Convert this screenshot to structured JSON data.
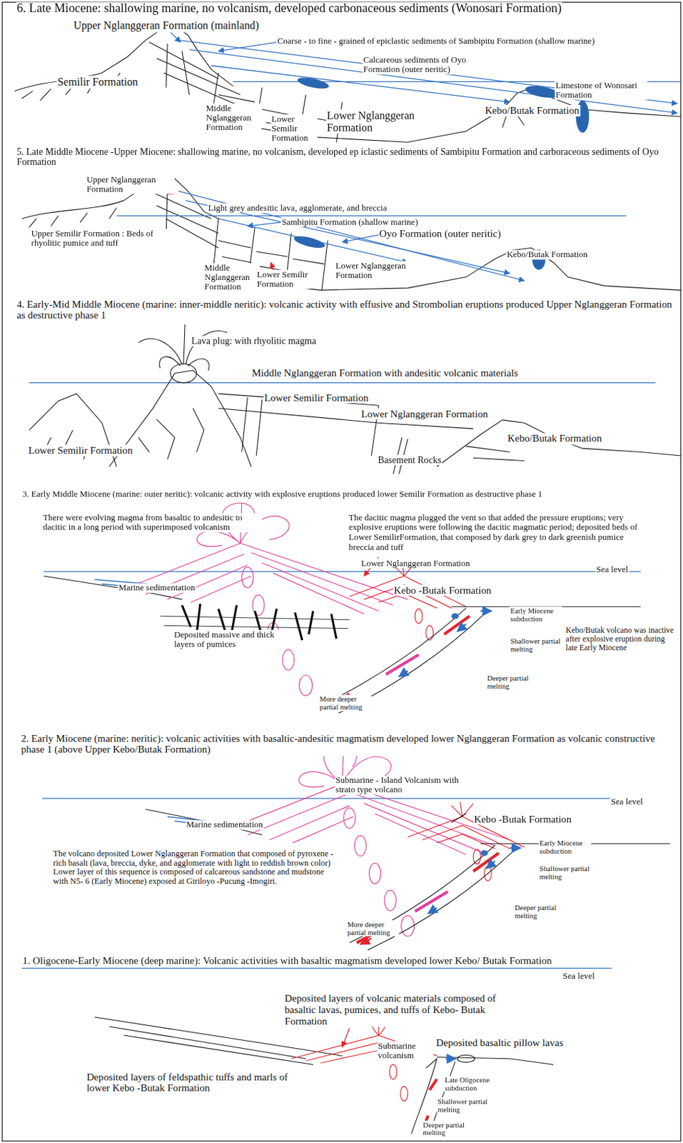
{
  "diagram": {
    "labels": [
      "6. Late Miocene: shallowing marine, no volcanism, developed carbonaceous sediments (Wonosari Formation)",
      "Upper Nglanggeran Formation (mainland)",
      "Coarse - to fine - grained of epiclastic sediments of Sambipitu Formation (shallow marine)",
      "Calcareous sediments of Oyo Formation (outer neritic)",
      "Semilir Formation",
      "Limestone of Wonosari Formation",
      "Middle Nglanggeran Formation",
      "Lower Semilir Formation",
      "Lower Nglanggeran Formation",
      "Kebo/Butak Formation",
      "5. Late Middle Miocene -Upper Miocene: shallowing marine, no volcanism, developed ep iclastic sediments of Sambipitu Formation and carboraceous sediments of Oyo Formation",
      "Upper Nglanggeran Formation",
      "Light grey andesitic lava, agglomerate, and breccia",
      "Sambipitu Formation (shallow marine)",
      "Oyo Formation (outer neritic)",
      "Upper Semilir Formation : Beds of rhyolitic pumice and tuff",
      "Middle Nglanggeran Formation",
      "Lower Semilir Formation",
      "Lower Nglanggeran Formation",
      "Kebo/Butak Formation",
      "4. Early-Mid Middle Miocene (marine: inner-middle neritic): volcanic activity with effusive and Strombolian eruptions produced Upper Nglanggeran Formation as destructive phase 1",
      "Lava plug: with rhyolitic magma",
      "Middle Nglanggeran Formation with andesitic volcanic materials",
      "Lower Semilir Formation",
      "Lower Nglanggeran Formation",
      "Kebo/Butak Formation",
      "Lower Semilir Formation",
      "Basement Rocks",
      "3. Early Middle Miocene (marine: outer neritic): volcanic activity with explosive eruptions produced lower Semilir Formation as destructive phase 1",
      "There were evolving magma from basaltic to andesitic to dacitic in a long period with superimposed volcanism",
      "The dacitic magma plugged the vent so that added the pressure eruptions; very explosive eruptions were following the dacitic magmatic period; deposited beds of Lower SemilirFormation, that composed by dark grey to dark greenish pumice breccia and tuff",
      "Lower Nglanggeran Formation",
      "Sea level",
      "Marine sedimentation",
      "Kebo -Butak Formation",
      "Early Miocene subduction",
      "Kebo/Butak volcano was inactive after explosive eruption during late Early Miocene",
      "Deposited massive and thick layers of pumices",
      "Shallower partial melting",
      "Deeper partial melting",
      "More deeper partial melting",
      "2. Early Miocene (marine: neritic): volcanic activities with basaltic-andesitic magmatism developed lower Nglanggeran Formation as volcanic constructive phase 1 (above Upper Kebo/Butak Formation)",
      "Submarine - Island Volcanism with strato type volcano",
      "Sea level",
      "Kebo -Butak Formation",
      "Marine sedimentation",
      "Early Miocene subduction",
      "The volcano deposited Lower Nglanggeran Formation that composed of pyroxene -rich basalt (lava, breccia, dyke, and agglomerate with light to reddish brown color) Lower layer of this sequence is composed of calcareous sandstone and mudstone with N5- 6 (Early Miocene) exposed at Giriloyo -Pucung -Imogiri.",
      "Shallower partial melting",
      "Deeper partial melting",
      "More deeper partial melting",
      "1. Oligocene-Early Miocene (deep marine): Volcanic activities with basaltic magmatism developed lower Kebo/ Butak Formation",
      "Sea level",
      "Deposited layers of volcanic materials composed of basaltic lavas, pumices, and tuffs of Kebo- Butak Formation",
      "Submarine volcanism",
      "Deposited basaltic pillow lavas",
      "Deposited layers of feldspathic tuffs and marls of lower Kebo -Butak Formation",
      "Late Oligocene subduction",
      "Shallower partial melting",
      "Deeper partial melting"
    ]
  }
}
